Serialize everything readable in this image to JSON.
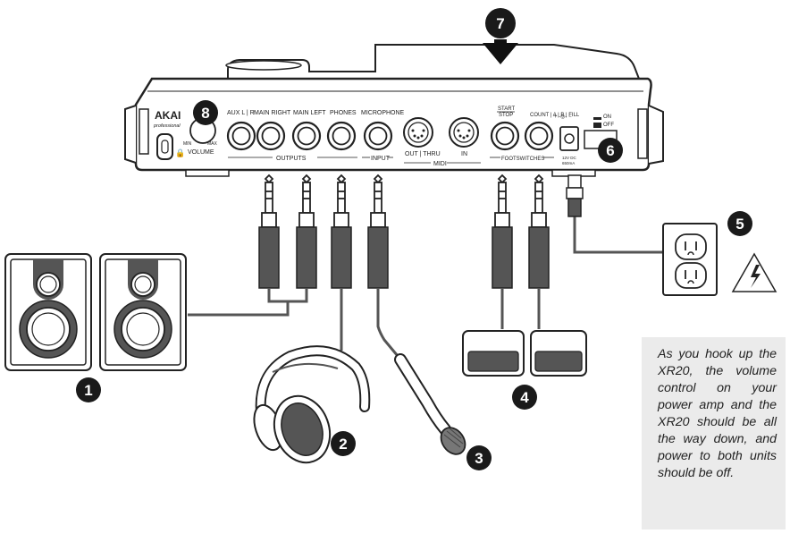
{
  "device": {
    "brand": "AKAI",
    "brand_sub": "professional",
    "volume_label": "VOLUME",
    "volume_min": "MIN",
    "volume_max": "MAX",
    "jacks": {
      "aux": "AUX L | R",
      "main_right": "MAIN RIGHT",
      "main_left": "MAIN LEFT",
      "phones": "PHONES",
      "microphone": "MICROPHONE",
      "midi_out": "OUT | THRU",
      "midi_in": "IN",
      "start_stop_1": "START",
      "start_stop_2": "STOP",
      "count_fill": "COUNT | A | B | FILL",
      "power_on": "ON",
      "power_off": "OFF",
      "dc_1": "12V DC",
      "dc_2": "650mA"
    },
    "groups": {
      "outputs": "OUTPUTS",
      "input": "INPUT",
      "midi": "MIDI",
      "footswitches": "FOOTSWITCHES"
    }
  },
  "callouts": [
    "1",
    "2",
    "3",
    "4",
    "5",
    "6",
    "7",
    "8"
  ],
  "note": "As you hook up the XR20, the volume control on your power amp and the XR20 should be all the way down, and power to both units should be off.",
  "colors": {
    "cable": "#555555",
    "callout_bg": "#1a1a1a",
    "note_bg": "#ebebeb"
  }
}
